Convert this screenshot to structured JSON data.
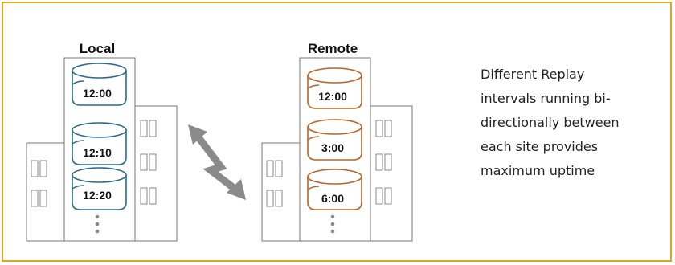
{
  "local": {
    "label": "Local",
    "disk_color": "#2a6a8a",
    "snapshots": [
      "12:00",
      "12:10",
      "12:20"
    ]
  },
  "remote": {
    "label": "Remote",
    "disk_color": "#b5652a",
    "snapshots": [
      "12:00",
      "3:00",
      "6:00"
    ]
  },
  "caption": {
    "lines": [
      "Different Replay",
      "intervals running bi-",
      "directionally between",
      "each site provides",
      "maximum uptime"
    ]
  },
  "colors": {
    "border": "#e0a526",
    "building_stroke": "#777777",
    "arrow": "#8a8a8a"
  }
}
